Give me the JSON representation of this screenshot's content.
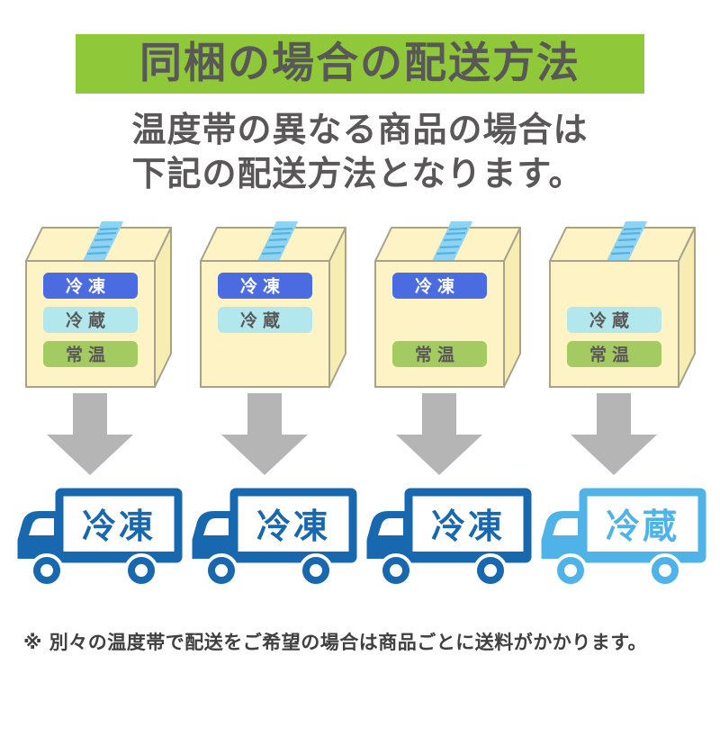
{
  "title": "同梱の場合の配送方法",
  "subtitle_lines": [
    "温度帯の異なる商品の場合は",
    "下記の配送方法となります。"
  ],
  "footnote": "※ 別々の温度帯で配送をご希望の場合は商品ごとに送料がかかります。",
  "label_types": {
    "frozen": {
      "text": "冷凍",
      "bg": "#4b6ce1",
      "color": "#ffffff"
    },
    "chilled": {
      "text": "冷蔵",
      "bg": "#b2e7ee",
      "color": "#595757"
    },
    "ambient": {
      "text": "常温",
      "bg": "#a4cb62",
      "color": "#595757"
    }
  },
  "columns": [
    {
      "box_labels": [
        {
          "slot": 0,
          "type": "frozen"
        },
        {
          "slot": 1,
          "type": "chilled"
        },
        {
          "slot": 2,
          "type": "ambient"
        }
      ],
      "truck": {
        "text": "冷凍",
        "color": "#1768af"
      }
    },
    {
      "box_labels": [
        {
          "slot": 0,
          "type": "frozen"
        },
        {
          "slot": 1,
          "type": "chilled"
        }
      ],
      "truck": {
        "text": "冷凍",
        "color": "#1768af"
      }
    },
    {
      "box_labels": [
        {
          "slot": 0,
          "type": "frozen"
        },
        {
          "slot": 2,
          "type": "ambient"
        }
      ],
      "truck": {
        "text": "冷凍",
        "color": "#1768af"
      }
    },
    {
      "box_labels": [
        {
          "slot": 1,
          "type": "chilled"
        },
        {
          "slot": 2,
          "type": "ambient"
        }
      ],
      "truck": {
        "text": "冷蔵",
        "color": "#4fb3e8"
      }
    }
  ],
  "colors": {
    "banner_green": "#8fc93a",
    "heading_gray": "#595757",
    "box_cream": "#fdf3c4",
    "box_side_cream": "#f7ecb2",
    "box_outline": "#a6a28d",
    "tape_blue": "#8ed3f2",
    "tape_stripe_blue": "#54b2e2",
    "arrow_gray": "#b5b5b6",
    "truck_blue": "#1768af",
    "truck_light_blue": "#4fb3e8",
    "note_gray": "#404040"
  }
}
